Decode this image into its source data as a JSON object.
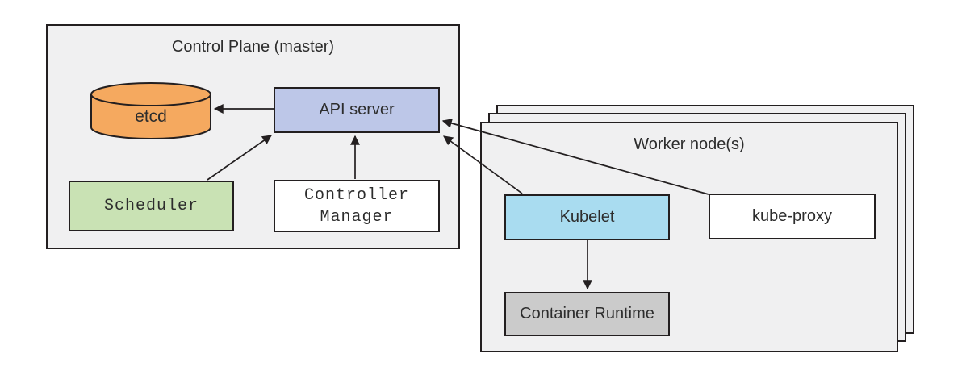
{
  "colors": {
    "canvas_bg": "#FFFFFF",
    "group_fill": "#F0F0F1",
    "border": "#231F20",
    "text": "#2D2D2D",
    "etcd_fill": "#F5A95F",
    "api_server_fill": "#BDC7E8",
    "scheduler_fill": "#C9E2B4",
    "controller_manager_fill": "#FFFFFF",
    "kubelet_fill": "#A9DCF0",
    "kube_proxy_fill": "#FFFFFF",
    "container_runtime_fill": "#CBCBCB"
  },
  "control_plane": {
    "title": "Control Plane (master)",
    "etcd_label": "etcd",
    "api_server_label": "API server",
    "scheduler_label": "Scheduler",
    "controller_manager_label": "Controller Manager"
  },
  "worker_nodes": {
    "title": "Worker node(s)",
    "kubelet_label": "Kubelet",
    "kube_proxy_label": "kube-proxy",
    "container_runtime_label": "Container Runtime"
  },
  "edges": [
    {
      "from": "api-server",
      "to": "etcd"
    },
    {
      "from": "scheduler",
      "to": "api-server"
    },
    {
      "from": "controller-manager",
      "to": "api-server"
    },
    {
      "from": "kubelet",
      "to": "api-server"
    },
    {
      "from": "kube-proxy",
      "to": "api-server"
    },
    {
      "from": "kubelet",
      "to": "container-runtime"
    }
  ]
}
